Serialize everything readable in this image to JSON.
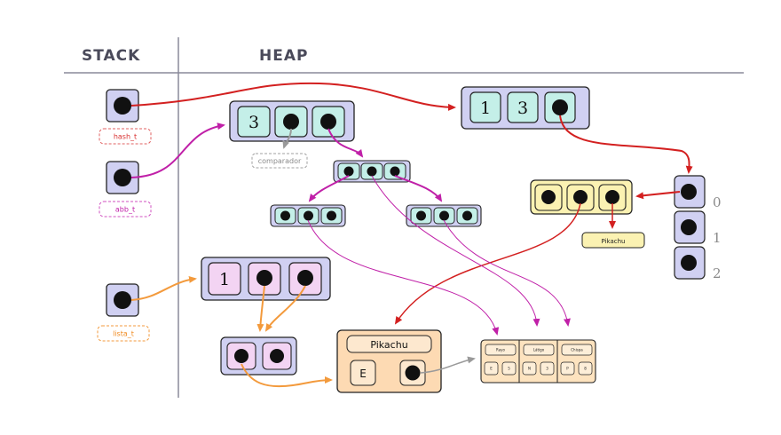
{
  "headers": {
    "stack": "STACK",
    "heap": "HEAP"
  },
  "stack_labels": {
    "hash": "hash_t",
    "abb": "abb_t",
    "lista": "lista_t",
    "comparador": "comparador"
  },
  "hash": {
    "count": "1",
    "capacity": "3",
    "indices": [
      "0",
      "1",
      "2"
    ]
  },
  "abb": {
    "count": "3"
  },
  "lista": {
    "count": "1"
  },
  "pokemon": {
    "name": "Pikachu",
    "name_small": "Pikachu",
    "type": "E"
  },
  "ataques": [
    "Rayo",
    "Látigo",
    "Chispa"
  ],
  "ataque_values": [
    [
      "E",
      "5"
    ],
    [
      "N",
      "3"
    ],
    [
      "P",
      "8"
    ]
  ],
  "colors": {
    "hash_line": "#d32020",
    "abb_line": "#c020a8",
    "lista_line": "#f39a3c",
    "gray_line": "#9a9a9a",
    "stack_box": "#d0d0f2",
    "hash_cell": "#c4efe8",
    "abb_cell": "#c4efe8",
    "lista_cell": "#f3d4f3",
    "pokemon_box": "#fddab3",
    "ataques_box": "#fde3bf",
    "yellow_box": "#fbf2b2"
  }
}
